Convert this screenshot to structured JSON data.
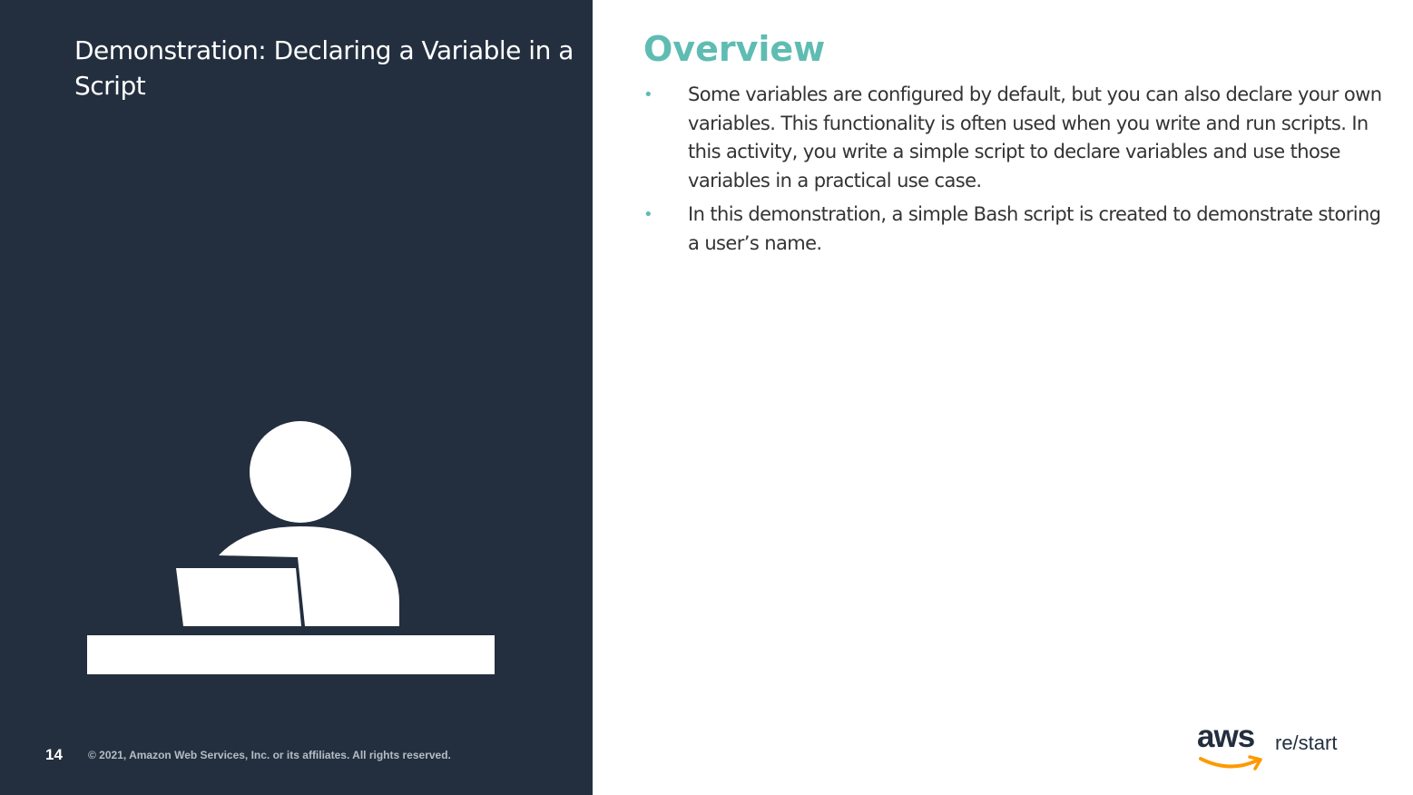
{
  "left_panel": {
    "title": "Demonstration: Declaring a Variable in a Script",
    "slide_number": "14",
    "copyright": "© 2021, Amazon Web Services, Inc. or its affiliates. All rights reserved.",
    "illustration_icon": "person-at-laptop-icon",
    "background_color": "#232f3e"
  },
  "right_panel": {
    "heading": "Overview",
    "heading_color": "#5fbcb3",
    "bullets": [
      "Some variables are configured by default, but you can also declare your own variables. This functionality is often used when you write and run scripts. In this activity, you write a simple script to declare variables and use those variables in a practical use case.",
      "In this demonstration, a simple Bash script is created to demonstrate storing a user’s name."
    ]
  },
  "logo": {
    "brand": "aws",
    "product": "re/start",
    "smile_color": "#ff9900"
  }
}
